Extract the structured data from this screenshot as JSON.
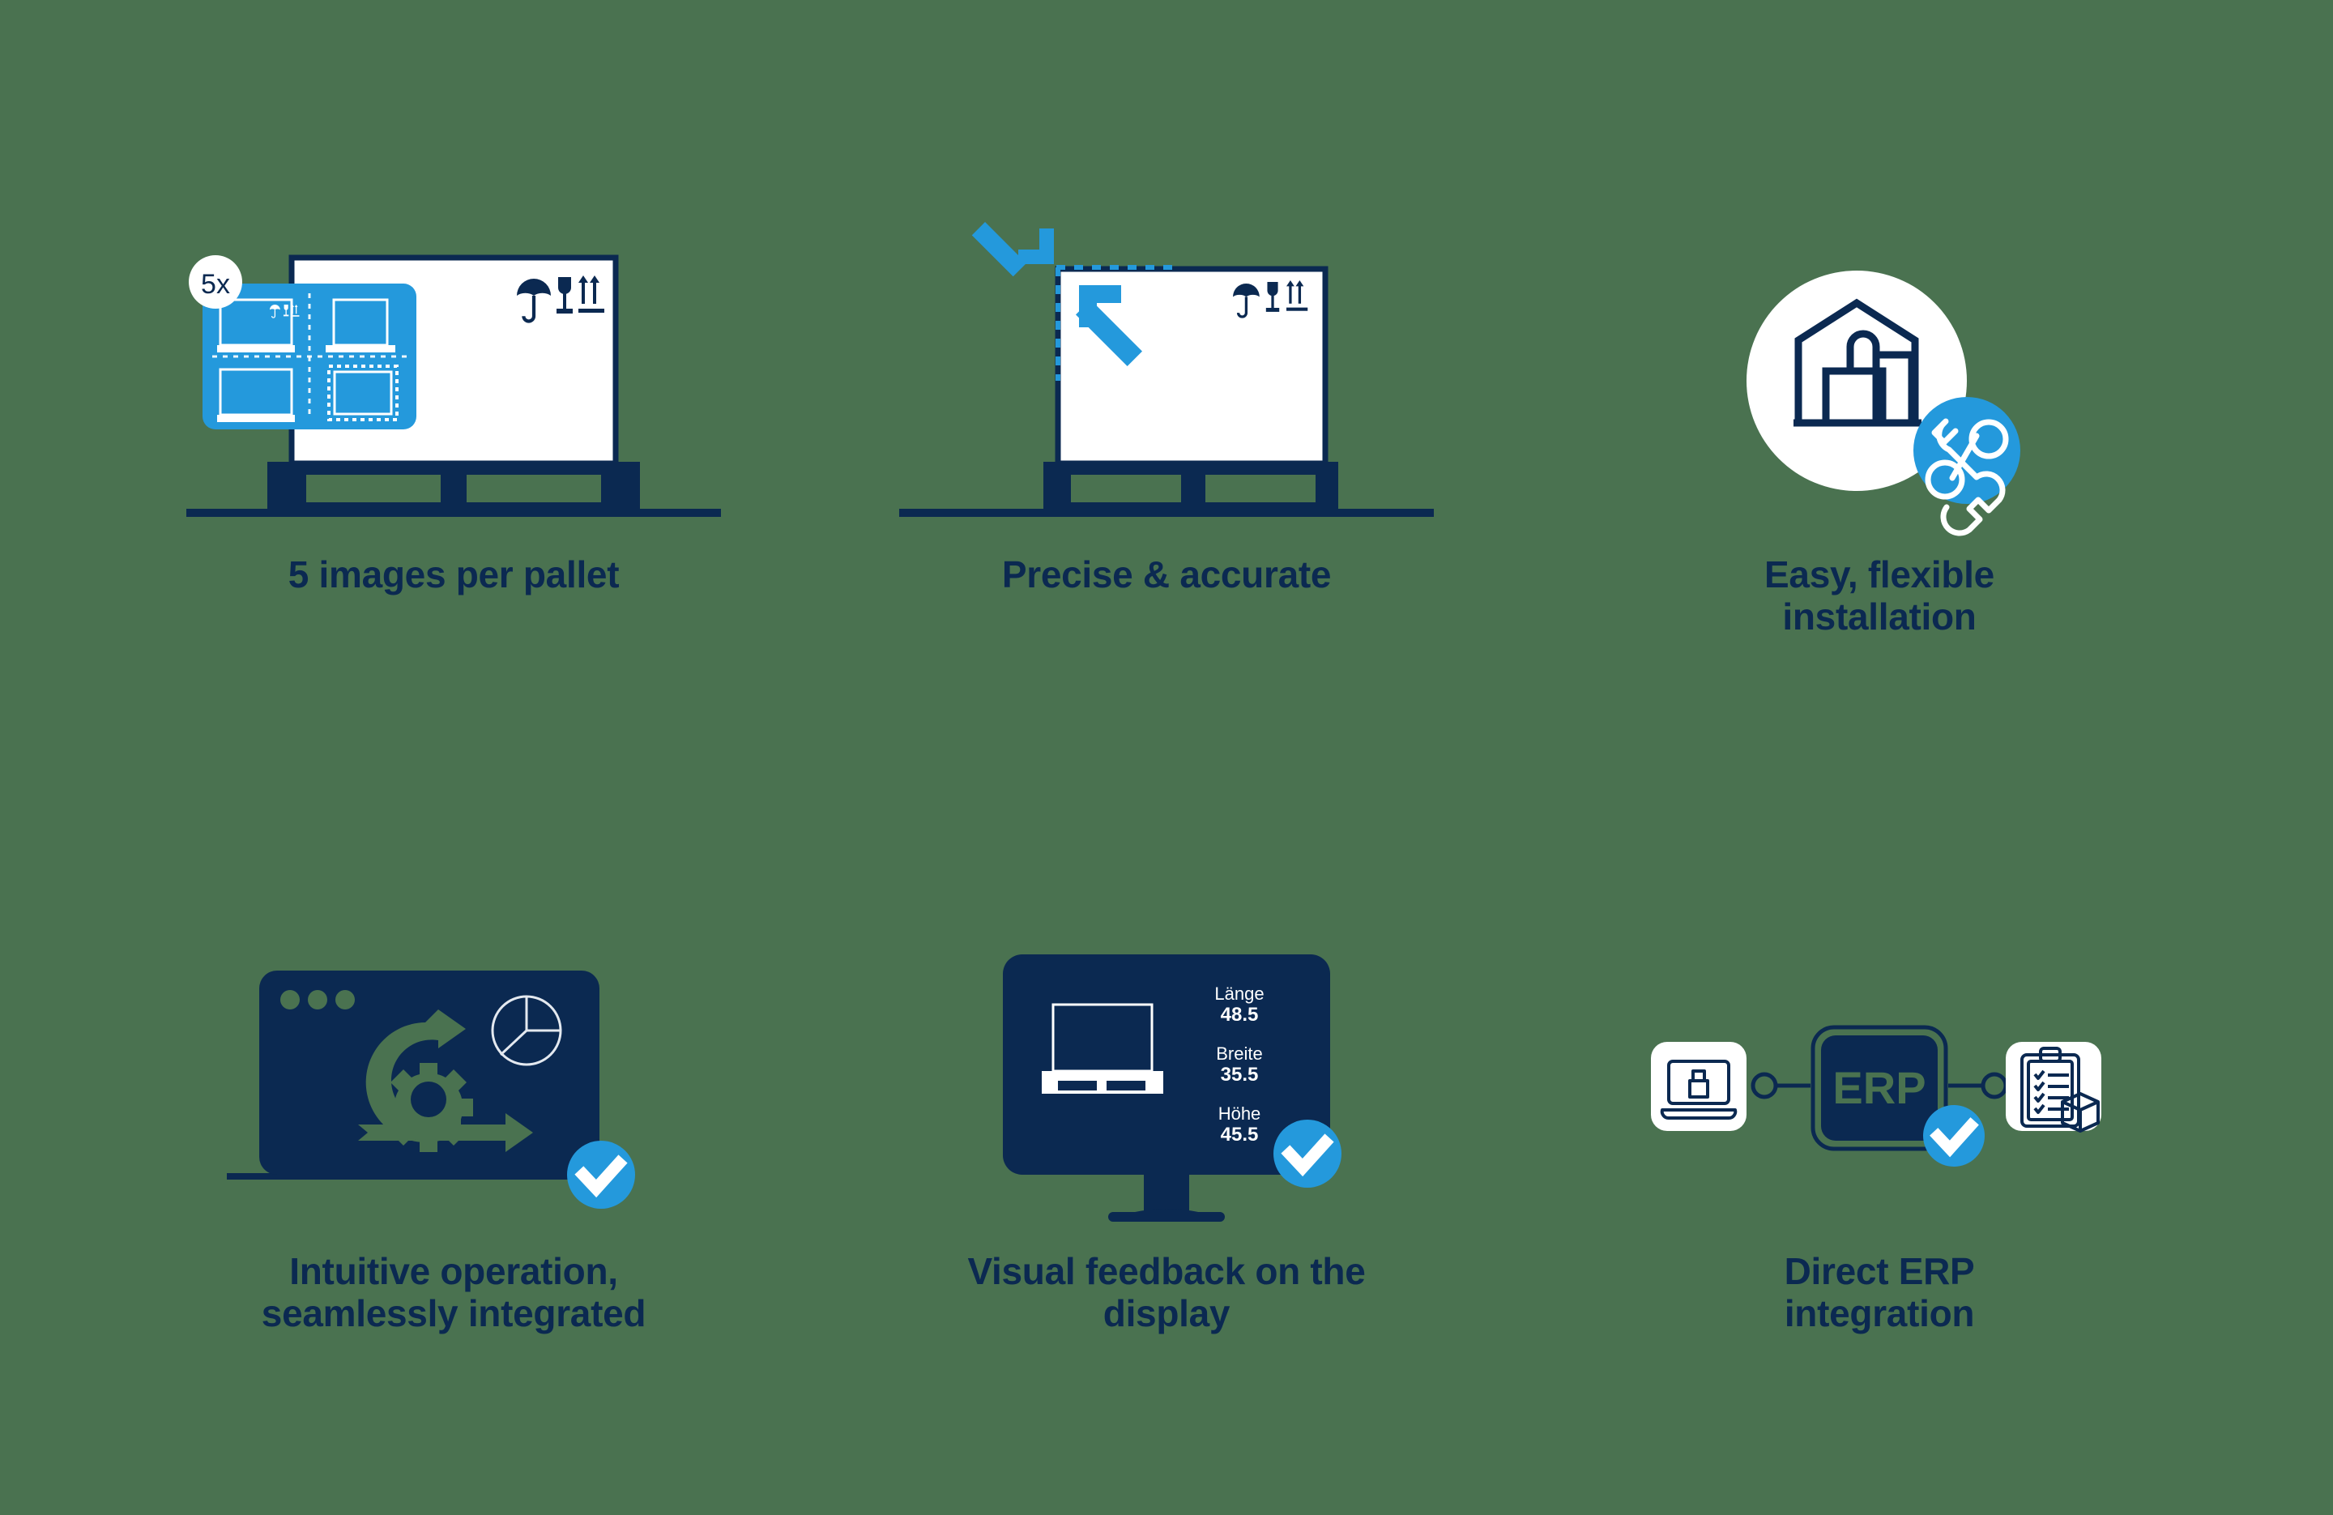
{
  "theme": {
    "background": "#4A7250",
    "navy": "#0B2951",
    "blue": "#2499DC",
    "white": "#FFFFFF"
  },
  "panels": [
    {
      "id": "images-per-pallet",
      "caption": "5 images per pallet",
      "badge_label": "5x",
      "icons": [
        "umbrella-keep-dry-icon",
        "fragile-glass-icon",
        "this-side-up-icon"
      ],
      "thumbnails": [
        "pallet-front-view",
        "pallet-side-view",
        "pallet-rear-view",
        "pallet-top-view"
      ]
    },
    {
      "id": "precise-accurate",
      "caption": "Precise & accurate",
      "icons": [
        "arrow-down-right-icon",
        "arrow-up-left-icon",
        "dashed-measure-guide-icon"
      ]
    },
    {
      "id": "easy-flexible-installation",
      "caption": "Easy, flexible installation",
      "icons": [
        "warehouse-icon",
        "crossed-wrenches-icon"
      ]
    },
    {
      "id": "intuitive-operation",
      "caption": "Intuitive operation, seamlessly integrated",
      "icons": [
        "browser-window-icon",
        "agile-loop-gear-icon",
        "pie-chart-icon",
        "check-badge-icon"
      ]
    },
    {
      "id": "visual-feedback",
      "caption": "Visual feedback on the display",
      "icons": [
        "monitor-icon",
        "pallet-outline-icon",
        "check-badge-icon"
      ],
      "measurements": [
        {
          "label": "Länge",
          "value": "48.5"
        },
        {
          "label": "Breite",
          "value": "35.5"
        },
        {
          "label": "Höhe",
          "value": "45.5"
        }
      ]
    },
    {
      "id": "direct-erp-integration",
      "caption": "Direct ERP integration",
      "erp_label": "ERP",
      "icons": [
        "laptop-package-icon",
        "erp-node-icon",
        "clipboard-checklist-package-icon",
        "check-badge-icon"
      ]
    }
  ]
}
